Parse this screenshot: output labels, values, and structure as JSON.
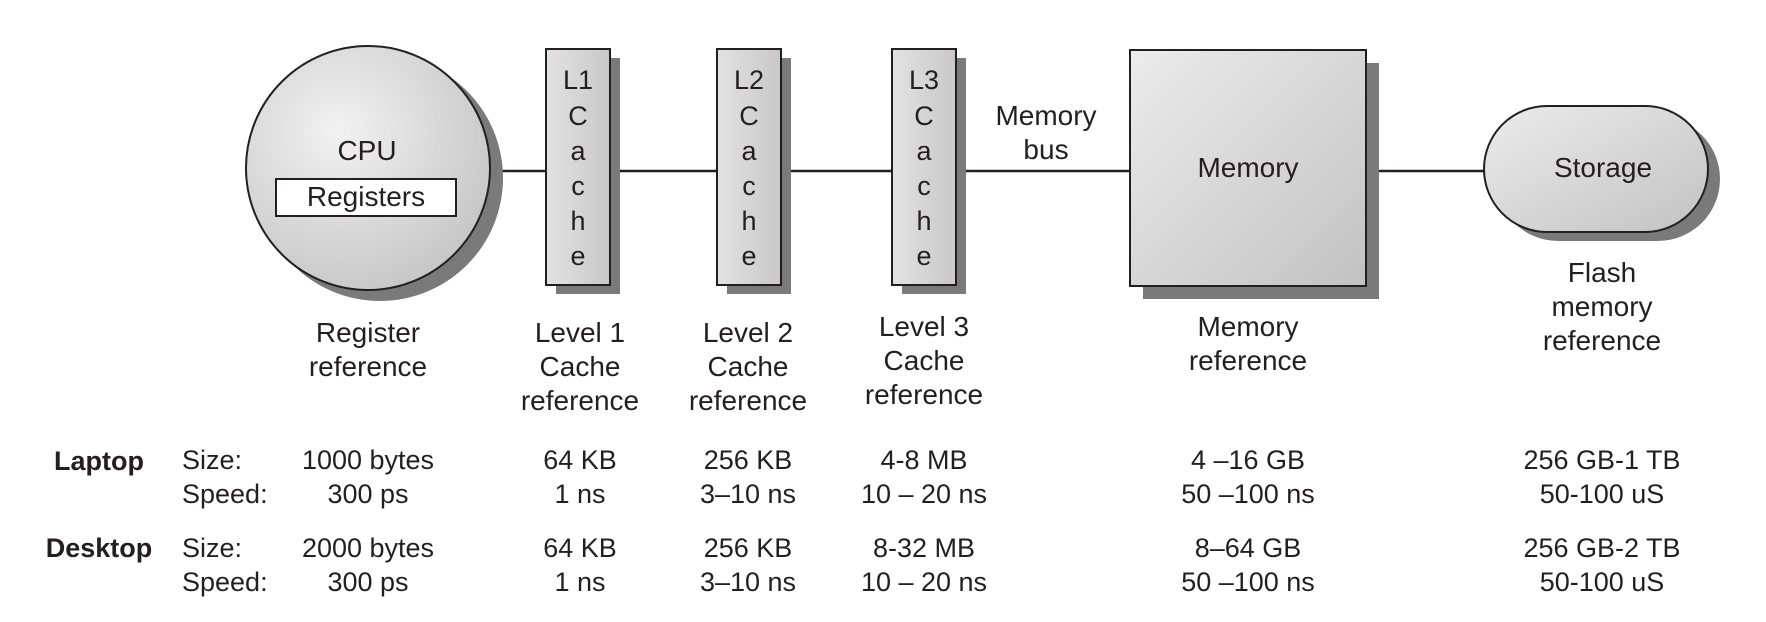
{
  "diagram": {
    "components": {
      "cpu": {
        "label": "CPU",
        "inner_label": "Registers"
      },
      "l1": {
        "letters": [
          "L1",
          "C",
          "a",
          "c",
          "h",
          "e"
        ]
      },
      "l2": {
        "letters": [
          "L2",
          "C",
          "a",
          "c",
          "h",
          "e"
        ]
      },
      "l3": {
        "letters": [
          "L3",
          "C",
          "a",
          "c",
          "h",
          "e"
        ]
      },
      "bus": {
        "lines": [
          "Memory",
          "bus"
        ]
      },
      "memory": {
        "label": "Memory"
      },
      "storage": {
        "label": "Storage"
      }
    },
    "captions": {
      "cpu": [
        "Register",
        "reference"
      ],
      "l1": [
        "Level 1",
        "Cache",
        "reference"
      ],
      "l2": [
        "Level 2",
        "Cache",
        "reference"
      ],
      "l3": [
        "Level 3",
        "Cache",
        "reference"
      ],
      "memory": [
        "Memory",
        "reference"
      ],
      "storage": [
        "Flash",
        "memory",
        "reference"
      ]
    },
    "colors": {
      "fill_light": "#ebebeb",
      "fill_dark": "#c4c4c4",
      "shadow": "#7a7a7a",
      "stroke": "#231f20"
    }
  },
  "table": {
    "field_labels": {
      "size": "Size:",
      "speed": "Speed:"
    },
    "rows": [
      {
        "name": "Laptop",
        "size": [
          "1000 bytes",
          "64 KB",
          "256 KB",
          "4-8 MB",
          "4 –16 GB",
          "256 GB-1 TB"
        ],
        "speed": [
          "300 ps",
          "1 ns",
          "3–10 ns",
          "10 – 20 ns",
          "50 –100 ns",
          "50-100 uS"
        ]
      },
      {
        "name": "Desktop",
        "size": [
          "2000 bytes",
          "64 KB",
          "256 KB",
          "8-32  MB",
          "8–64 GB",
          "256 GB-2 TB"
        ],
        "speed": [
          "300 ps",
          "1 ns",
          "3–10 ns",
          "10 – 20 ns",
          "50 –100 ns",
          "50-100 uS"
        ]
      }
    ]
  }
}
